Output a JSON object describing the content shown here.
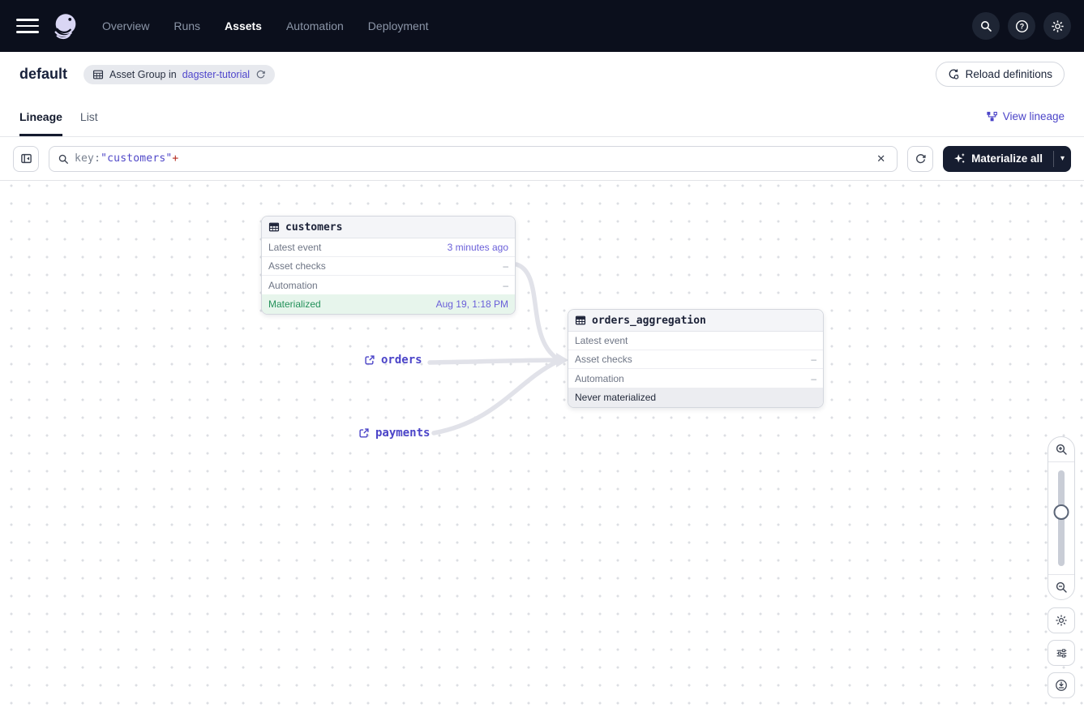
{
  "navbar": {
    "items": [
      {
        "label": "Overview",
        "active": false
      },
      {
        "label": "Runs",
        "active": false
      },
      {
        "label": "Assets",
        "active": true
      },
      {
        "label": "Automation",
        "active": false
      },
      {
        "label": "Deployment",
        "active": false
      }
    ]
  },
  "header": {
    "title": "default",
    "badge": {
      "prefix": "Asset Group in",
      "repo_link": "dagster-tutorial"
    },
    "reload_label": "Reload definitions"
  },
  "tabs": {
    "lineage": "Lineage",
    "list": "List",
    "view_lineage": "View lineage"
  },
  "toolbar": {
    "query": {
      "field": "key:",
      "value": "\"customers\"",
      "op": "+"
    },
    "materialize_label": "Materialize all",
    "caret": "▾",
    "clear": "✕"
  },
  "graph": {
    "nodes": [
      {
        "name": "customers",
        "rows": [
          {
            "label": "Latest event",
            "value": "3 minutes ago"
          },
          {
            "label": "Asset checks",
            "value": "–"
          },
          {
            "label": "Automation",
            "value": "–"
          }
        ],
        "status": {
          "label": "Materialized",
          "value": "Aug 19, 1:18 PM"
        }
      },
      {
        "name": "orders_aggregation",
        "rows": [
          {
            "label": "Latest event",
            "value": ""
          },
          {
            "label": "Asset checks",
            "value": "–"
          },
          {
            "label": "Automation",
            "value": "–"
          }
        ],
        "status": {
          "label": "Never materialized",
          "value": ""
        }
      }
    ],
    "external_assets": [
      {
        "label": "orders"
      },
      {
        "label": "payments"
      }
    ]
  },
  "icons": [
    "hamburger-menu-icon",
    "dagster-logo",
    "search-icon",
    "help-icon",
    "gear-icon",
    "asset-group-icon",
    "sync-icon",
    "reload-icon",
    "lineage-graph-icon",
    "expand-panel-icon",
    "magnifier-icon",
    "clear-icon",
    "sparkle-icon",
    "caret-down-icon",
    "table-icon",
    "external-link-icon",
    "zoom-in-icon",
    "zoom-out-icon",
    "graph-settings-icon",
    "filters-icon",
    "recenter-icon"
  ],
  "colors": {
    "navbar_bg": "#0B0F1C",
    "accent_link": "#4B44C8",
    "query_value": "#5048C8",
    "query_op": "#B5291D",
    "timestamp_link": "#6A5FD9",
    "success_text": "#23915A",
    "success_bg": "#E7F5EC",
    "never_bg": "#ECEDF1",
    "materialize_btn_bg": "#161D30"
  }
}
